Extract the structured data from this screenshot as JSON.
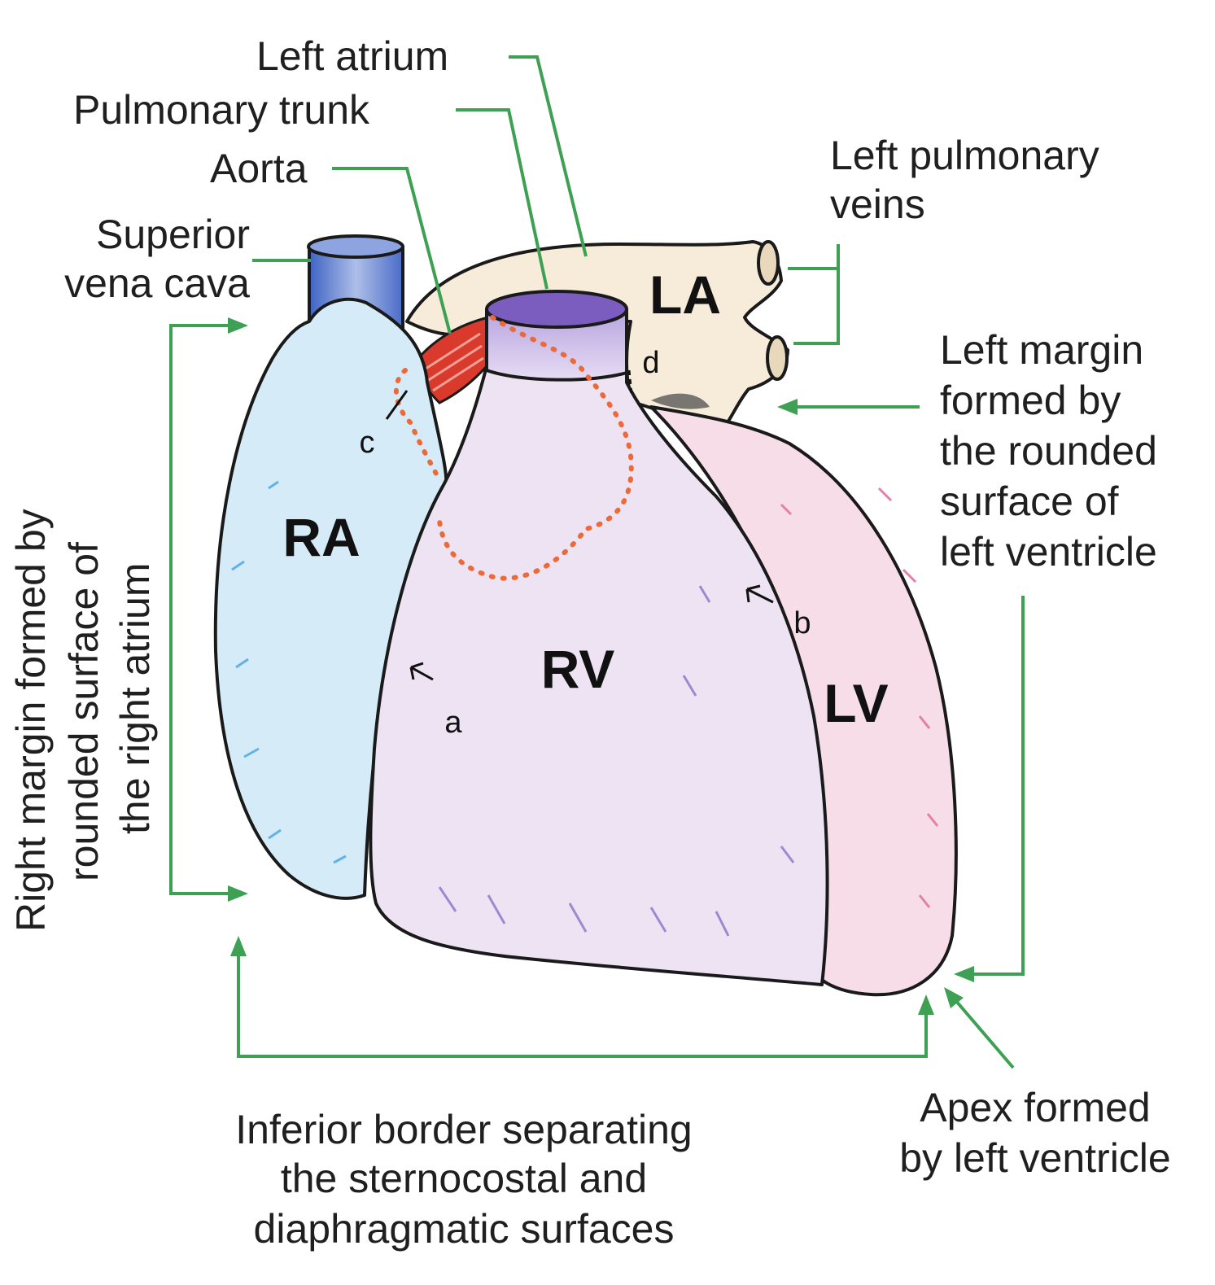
{
  "labels": {
    "left_atrium": "Left atrium",
    "pulmonary_trunk": "Pulmonary trunk",
    "aorta": "Aorta",
    "superior_vena_cava": [
      "Superior",
      "vena cava"
    ],
    "left_pulmonary_veins": [
      "Left pulmonary",
      "veins"
    ],
    "left_margin": [
      "Left margin",
      "formed by",
      "the rounded",
      "surface of",
      "left ventricle"
    ],
    "right_margin": [
      "Right margin formed by",
      "rounded surface of",
      "the right atrium"
    ],
    "inferior_border": [
      "Inferior border separating",
      "the sternocostal and",
      "diaphragmatic surfaces"
    ],
    "apex": [
      "Apex formed",
      "by left ventricle"
    ]
  },
  "chambers": {
    "ra": "RA",
    "rv": "RV",
    "lv": "LV",
    "la": "LA"
  },
  "markers": {
    "a": "a",
    "b": "b",
    "c": "c",
    "d": "d"
  },
  "colors": {
    "leader_lines": "#3ea052",
    "right_atrium": "#d6ebf8",
    "right_ventricle": "#ede3f3",
    "left_ventricle": "#f7dde8",
    "left_atrium": "#f6ecd9",
    "superior_vena_cava": "#5d7fd0",
    "pulmonary_trunk": "#8e72c8",
    "aorta": "#d93a2c",
    "dotted_outline": "#ec6a3a"
  }
}
